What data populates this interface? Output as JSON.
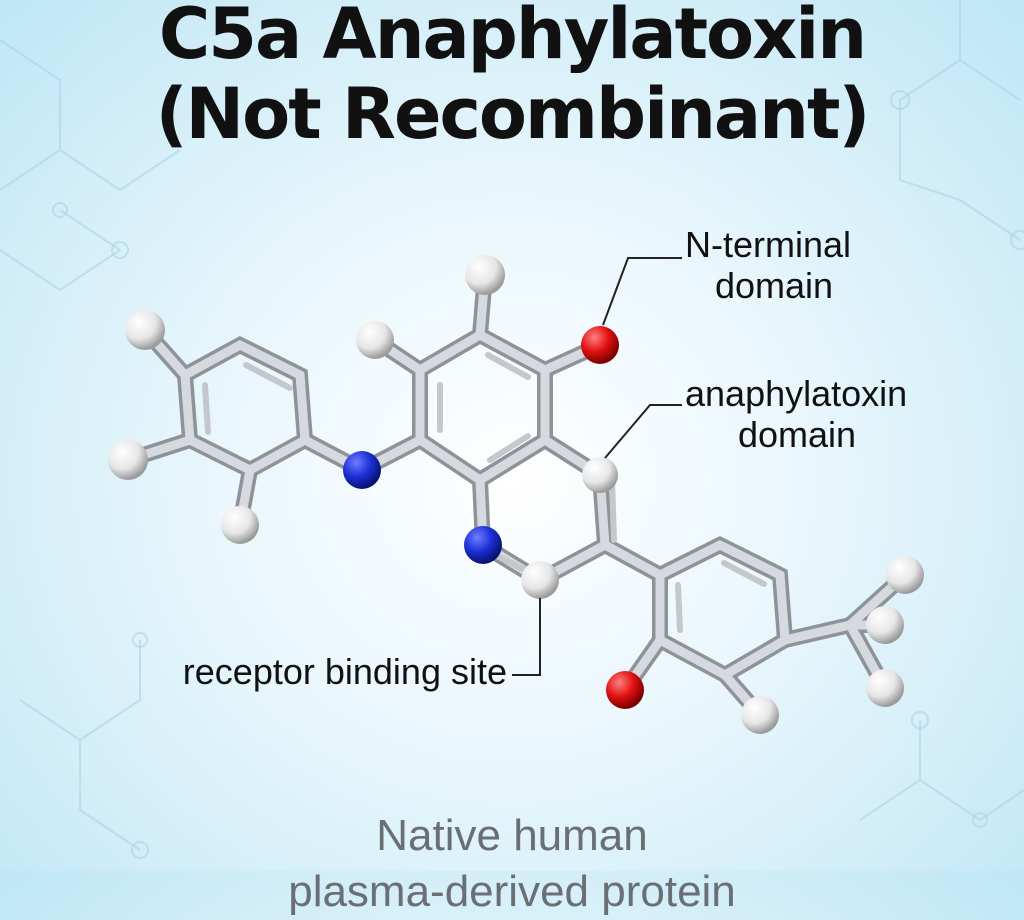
{
  "title": {
    "line1": "C5a Anaphylatoxin",
    "line2": "(Not Recombinant)"
  },
  "labels": {
    "n_terminal_line1": "N-terminal",
    "n_terminal_line2": "domain",
    "anaphylatoxin_line1": "anaphylatoxin",
    "anaphylatoxin_line2": "domain",
    "receptor": "receptor binding site"
  },
  "footer": {
    "line1": "Native human",
    "line2": "plasma-derived protein"
  },
  "colors": {
    "bond": "#b8bcc2",
    "carbon_hydrogen_atom": "#ececec",
    "nitrogen_atom": "#1a2fd6",
    "oxygen_atom": "#e01010",
    "background_pattern": "#a9d4e6"
  }
}
